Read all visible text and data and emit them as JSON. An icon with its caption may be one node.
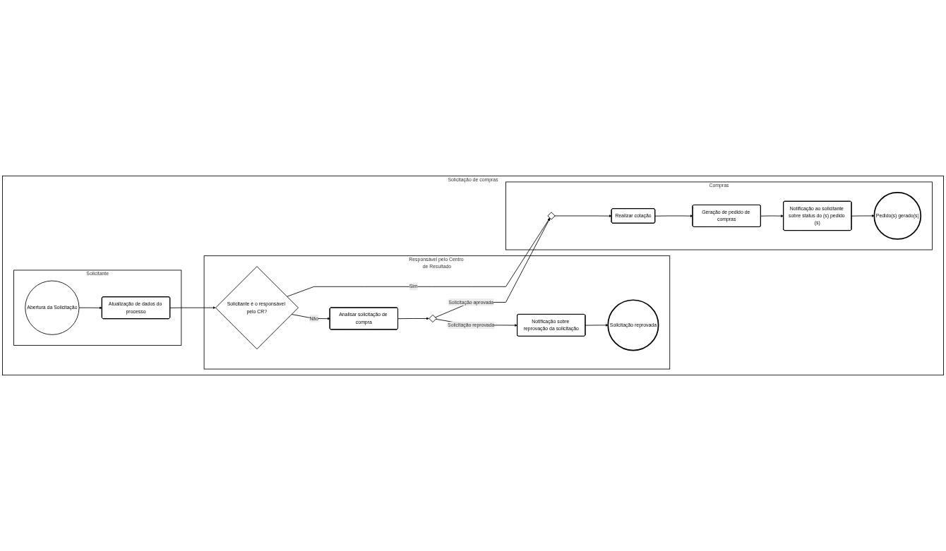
{
  "diagram": {
    "nodes": [
      {
        "text": [
          "Solicitação de compras"
        ]
      },
      {
        "text": [
          "Solicitante"
        ],
        "in": 0
      },
      {
        "text": [
          "Responsável pelo Centro de Resultado"
        ],
        "in": 0
      },
      {
        "text": [
          "Compras"
        ],
        "in": 0
      },
      {
        "text": [
          "Abertura da Solicitação"
        ],
        "in": 1
      },
      {
        "text": [
          "Atualização de dados do processo"
        ],
        "in": 1
      },
      {
        "text": [
          "Solicitante é o responsável pelo CR?"
        ],
        "in": 2
      },
      {
        "text": [
          "Analisar solicitação de compra"
        ],
        "in": 2
      },
      {
        "text": [],
        "shape": "diamond",
        "in": 2
      },
      {
        "text": [
          "Notificação sobre reprovação da solicitação"
        ],
        "in": 2
      },
      {
        "text": [
          "Solicitação reprovada"
        ],
        "in": 2
      },
      {
        "text": [],
        "shape": "diamond",
        "in": 3
      },
      {
        "text": [
          "Realizar cotação"
        ],
        "in": 3
      },
      {
        "text": [
          "Geração de pedido de compras"
        ],
        "in": 3
      },
      {
        "text": [
          "Notificação ao solicitante sobre status do (s) pedido (s)"
        ],
        "in": 3
      },
      {
        "text": [
          "Pedido(s) gerado(s)"
        ],
        "in": 3
      }
    ],
    "edges": [
      {
        "from": 4,
        "to": 5,
        "arrow": "to"
      },
      {
        "from": 5,
        "to": 6,
        "arrow": "to"
      },
      {
        "from": 6,
        "to": 7,
        "label": "Não",
        "arrow": "to"
      },
      {
        "from": 6,
        "to": 11,
        "label": "Sim",
        "arrow": "to"
      },
      {
        "from": 7,
        "to": 8,
        "arrow": "to"
      },
      {
        "from": 8,
        "to": 9,
        "label": "Solicitação reprovada",
        "arrow": "to"
      },
      {
        "from": 8,
        "to": 11,
        "label": "Solicitação aprovada",
        "arrow": "to"
      },
      {
        "from": 9,
        "to": 10,
        "arrow": "to"
      },
      {
        "from": 11,
        "to": 12,
        "arrow": "to"
      },
      {
        "from": 12,
        "to": 13,
        "arrow": "to"
      },
      {
        "from": 13,
        "to": 14,
        "arrow": "to"
      },
      {
        "from": 14,
        "to": 15,
        "arrow": "to"
      }
    ]
  }
}
